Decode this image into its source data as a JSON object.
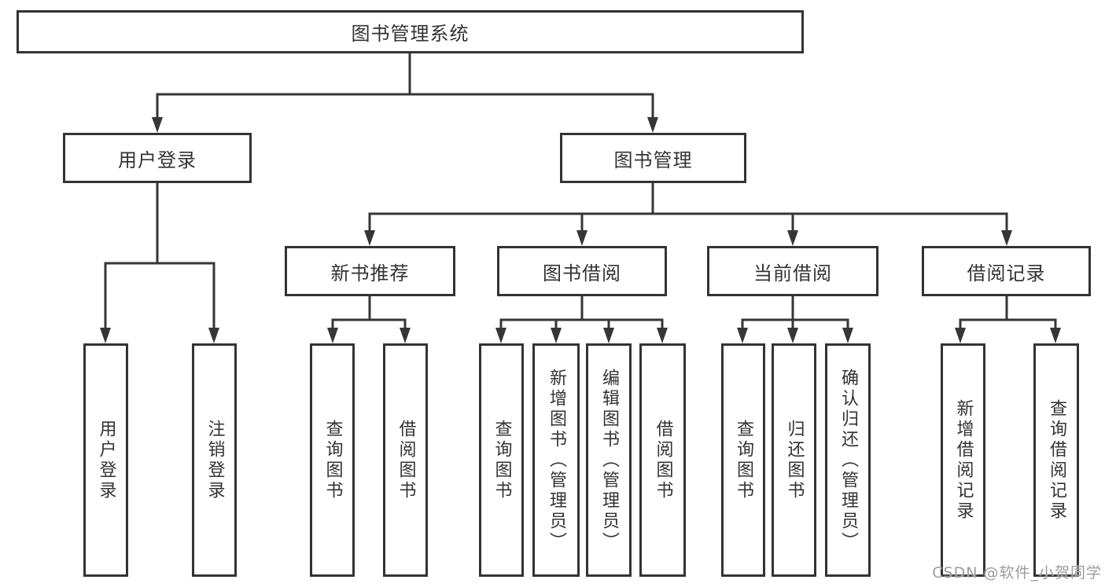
{
  "diagram": {
    "root": "图书管理系统",
    "level2": {
      "user_login": "用户登录",
      "book_mgmt": "图书管理"
    },
    "level3": {
      "new_book_rec": "新书推荐",
      "book_borrow": "图书借阅",
      "current_borrow": "当前借阅",
      "borrow_record": "借阅记录"
    },
    "leaves": {
      "user_login": "用户登录",
      "logout": "注销登录",
      "rec_query_book": "查询图书",
      "rec_borrow_book": "借阅图书",
      "borrow_query_book": "查询图书",
      "borrow_add_book": "新增图书（管理员）",
      "borrow_edit_book": "编辑图书（管理员）",
      "borrow_borrow_book": "借阅图书",
      "current_query_book": "查询图书",
      "current_return_book": "归还图书",
      "current_confirm_return": "确认归还（管理员）",
      "record_add": "新增借阅记录",
      "record_query": "查询借阅记录"
    }
  },
  "watermark": {
    "text": "CSDN @软件_小贺同学"
  },
  "colors": {
    "line": "#363636",
    "box_border": "#333333",
    "text": "#333333",
    "background": "#ffffff",
    "watermark": "#9c9c9c"
  }
}
